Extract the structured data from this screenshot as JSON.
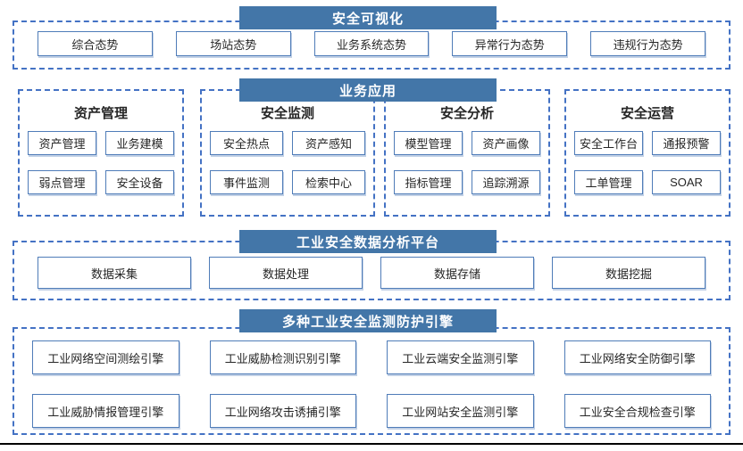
{
  "accent": {
    "header_bg": "#4376a8",
    "header_text": "#ffffff",
    "dashed_border": "#4472c4",
    "node_border": "#4f7cb8",
    "node_text": "#262626",
    "bottom_rule": "#000000"
  },
  "sections": {
    "visualization": {
      "title": "安全可视化",
      "items": [
        "综合态势",
        "场站态势",
        "业务系统态势",
        "异常行为态势",
        "违规行为态势"
      ]
    },
    "business_apps": {
      "title": "业务应用",
      "groups": [
        {
          "title": "资产管理",
          "items": [
            "资产管理",
            "业务建模",
            "弱点管理",
            "安全设备"
          ]
        },
        {
          "title": "安全监测",
          "items": [
            "安全热点",
            "资产感知",
            "事件监测",
            "检索中心"
          ]
        },
        {
          "title": "安全分析",
          "items": [
            "模型管理",
            "资产画像",
            "指标管理",
            "追踪溯源"
          ]
        },
        {
          "title": "安全运营",
          "items": [
            "安全工作台",
            "通报预警",
            "工单管理",
            "SOAR"
          ]
        }
      ]
    },
    "data_platform": {
      "title": "工业安全数据分析平台",
      "items": [
        "数据采集",
        "数据处理",
        "数据存储",
        "数据挖掘"
      ]
    },
    "engines": {
      "title": "多种工业安全监测防护引擎",
      "items": [
        "工业网络空间测绘引擎",
        "工业威胁检测识别引擎",
        "工业云端安全监测引擎",
        "工业网络安全防御引擎",
        "工业威胁情报管理引擎",
        "工业网络攻击诱捕引擎",
        "工业网站安全监测引擎",
        "工业安全合规检查引擎"
      ]
    }
  }
}
